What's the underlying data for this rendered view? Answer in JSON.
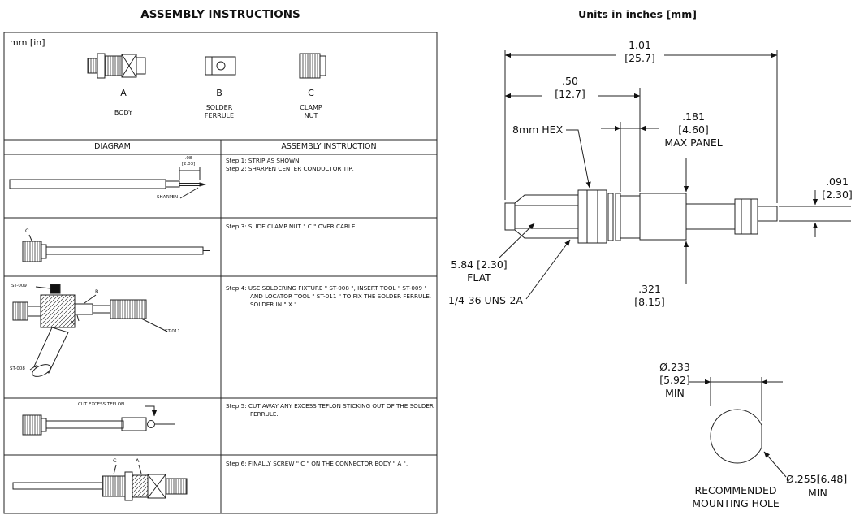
{
  "page": {
    "left_title": "ASSEMBLY INSTRUCTIONS",
    "right_title": "Units in inches [mm]",
    "units_note": "mm [in]"
  },
  "parts": [
    {
      "letter": "A",
      "name_lines": [
        "BODY"
      ]
    },
    {
      "letter": "B",
      "name_lines": [
        "SOLDER",
        "FERRULE"
      ]
    },
    {
      "letter": "C",
      "name_lines": [
        "CLAMP",
        "NUT"
      ]
    }
  ],
  "table": {
    "header_diagram": "DIAGRAM",
    "header_instruction": "ASSEMBLY INSTRUCTION",
    "rows": [
      {
        "lines": [
          "Step 1: STRIP AS SHOWN.",
          "Step 2: SHARPEN CENTER CONDUCTOR TIP,"
        ],
        "labels": {
          "dim_in": ".08",
          "dim_mm": "[2.03]",
          "sharpen": "SHARPEN"
        }
      },
      {
        "lines": [
          "Step 3: SLIDE CLAMP NUT \" C \" OVER CABLE."
        ],
        "labels": {
          "nut": "C"
        }
      },
      {
        "lines": [
          "Step 4: USE SOLDERING FIXTURE \" ST-008 \", INSERT TOOL \" ST-009 \"",
          "AND LOCATOR TOOL \" ST-011 \" TO FIX THE SOLDER FERRULE.",
          "SOLDER IN \" X \"."
        ],
        "labels": {
          "insert_tool": "ST-009",
          "ferrule": "B",
          "solder_point": "X",
          "locator_tool": "ST-011",
          "fixture": "ST-008"
        }
      },
      {
        "lines": [
          "Step 5: CUT AWAY ANY EXCESS TEFLON STICKING OUT OF THE SOLDER",
          "FERRULE."
        ],
        "labels": {
          "cut": "CUT EXCESS TEFLON"
        }
      },
      {
        "lines": [
          "Step 6: FINALLY SCREW \" C \" ON THE CONNECTOR BODY \" A \","
        ],
        "labels": {
          "nut": "C",
          "body": "A"
        }
      }
    ]
  },
  "drawing": {
    "overall_in": "1.01",
    "overall_mm": "[25.7]",
    "front_in": ".50",
    "front_mm": "[12.7]",
    "panel_in": ".181",
    "panel_mm": "[4.60]",
    "panel_label": "MAX PANEL",
    "hex_label": "8mm HEX",
    "pin_in": ".091",
    "pin_mm": "[2.30]",
    "flat_dim": "5.84 [2.30]",
    "flat_label": "FLAT",
    "thread_label": "1/4-36 UNS-2A",
    "body_in": ".321",
    "body_mm": "[8.15]"
  },
  "mounting_hole": {
    "dia1": "Ø.233",
    "dia1_mm": "[5.92]",
    "dia1_min": "MIN",
    "dia2": "Ø.255[6.48]",
    "dia2_min": "MIN",
    "caption_line1": "RECOMMENDED",
    "caption_line2": "MOUNTING HOLE"
  }
}
